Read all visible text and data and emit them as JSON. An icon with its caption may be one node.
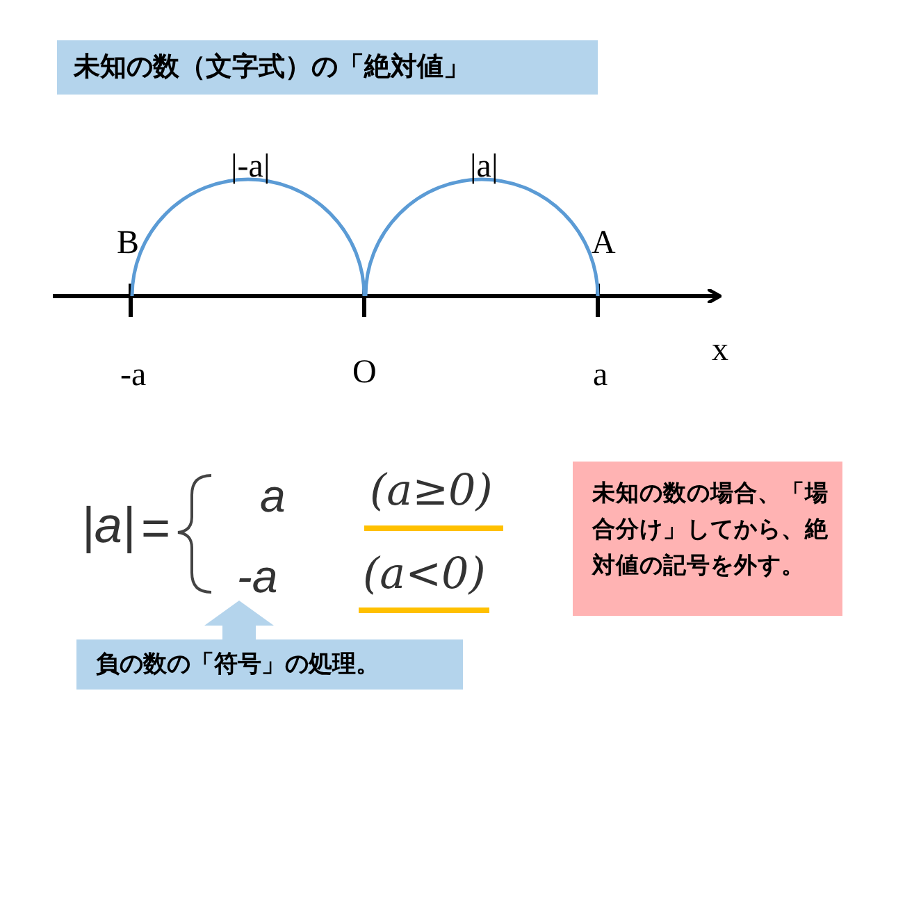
{
  "diagram": {
    "title": "未知の数（文字式）の「絶対値」",
    "nodes": [
      {
        "text": [
          "負の数の「符号」の処理。"
        ]
      },
      {
        "text": [
          "-a"
        ]
      },
      {
        "text": [
          "未知の数の場合、「場合分け」してから、絶対値の記号を外す。"
        ]
      }
    ],
    "edges": [
      {
        "from": 0,
        "to": 1,
        "arrow": "to"
      }
    ],
    "labels": [
      "|-a|",
      "|a|",
      "B",
      "A",
      "-a",
      "O",
      "a",
      "x",
      "|a|",
      "=",
      "a",
      "(a≥0)",
      "(a<0)"
    ]
  }
}
